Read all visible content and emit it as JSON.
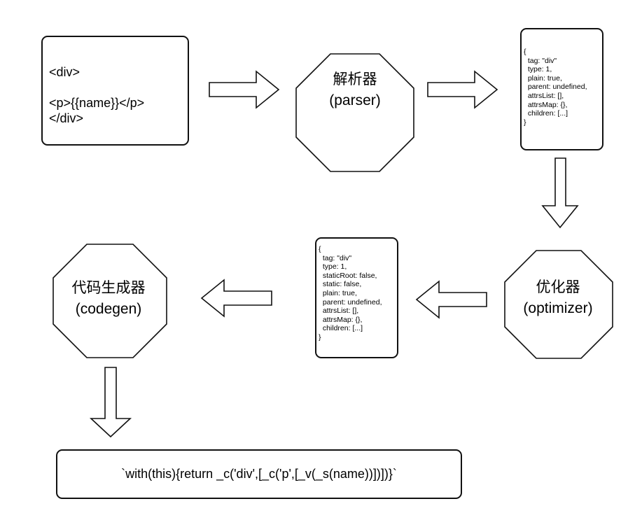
{
  "source_code": {
    "lines": [
      "<div>",
      "<p>{{name}}</p>",
      "</div>"
    ]
  },
  "parser": {
    "title": "解析器",
    "subtitle": "(parser)"
  },
  "ast": {
    "lines": [
      "{",
      "  tag: \"div\"",
      "  type: 1,",
      "  plain: true,",
      "  parent: undefined,",
      "  attrsList: [],",
      "  attrsMap: {},",
      "  children: [...]",
      "}"
    ]
  },
  "optimizer": {
    "title": "优化器",
    "subtitle": "(optimizer)"
  },
  "optimized_ast": {
    "lines": [
      "{",
      "  tag: \"div\"",
      "  type: 1,",
      "  staticRoot: false,",
      "  static: false,",
      "  plain: true,",
      "  parent: undefined,",
      "  attrsList: [],",
      "  attrsMap: {},",
      "  children: [...]",
      "}"
    ]
  },
  "codegen": {
    "title": "代码生成器",
    "subtitle": "(codegen)"
  },
  "render_code": {
    "text": "`with(this){return _c('div',[_c('p',[_v(_s(name))])])}`"
  },
  "colors": {
    "stroke": "#111111",
    "fill": "#ffffff",
    "text": "#000000"
  }
}
